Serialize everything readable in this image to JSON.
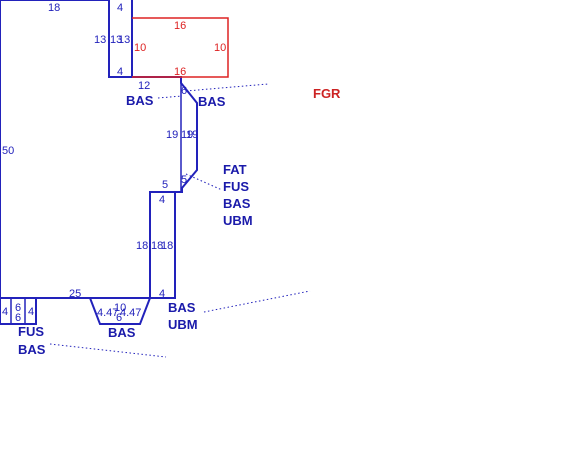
{
  "dimensions": {
    "top_width": "18",
    "upper_block_top": "4",
    "upper_block_left": "13",
    "upper_block_mid1": "13",
    "upper_block_mid2": "13",
    "upper_block_bottom": "4",
    "red_top": "16",
    "red_left": "10",
    "red_right": "10",
    "red_bottom": "16",
    "left_height": "50",
    "ledge": "12",
    "bevel_top": "6",
    "slant_left": "19",
    "slant_mid": "19",
    "slant_right": "19",
    "bevel_bottom": "5",
    "lower_top_label": "5",
    "lower_block_top": "4",
    "lower_block_left": "18",
    "lower_block_mid": "18",
    "lower_block_right": "18",
    "lower_block_bottom": "4",
    "base_width": "25",
    "small_left": "4",
    "small_mid_top": "6",
    "small_mid_bottom": "6",
    "small_right": "4",
    "trap_top": "10",
    "trap_left_a": "4.47",
    "trap_right_a": "4.47",
    "trap_bottom": "6"
  },
  "labels": {
    "bas_1": "BAS",
    "bas_2": "BAS",
    "fgr": "FGR",
    "fat": "FAT",
    "fus_1": "FUS",
    "bas_3": "BAS",
    "ubm_1": "UBM",
    "bas_4": "BAS",
    "ubm_2": "UBM",
    "fus_2": "FUS",
    "bas_5": "BAS",
    "bas_6": "BAS"
  },
  "colors": {
    "outline": "#2222bb",
    "highlight": "#dd2222"
  }
}
